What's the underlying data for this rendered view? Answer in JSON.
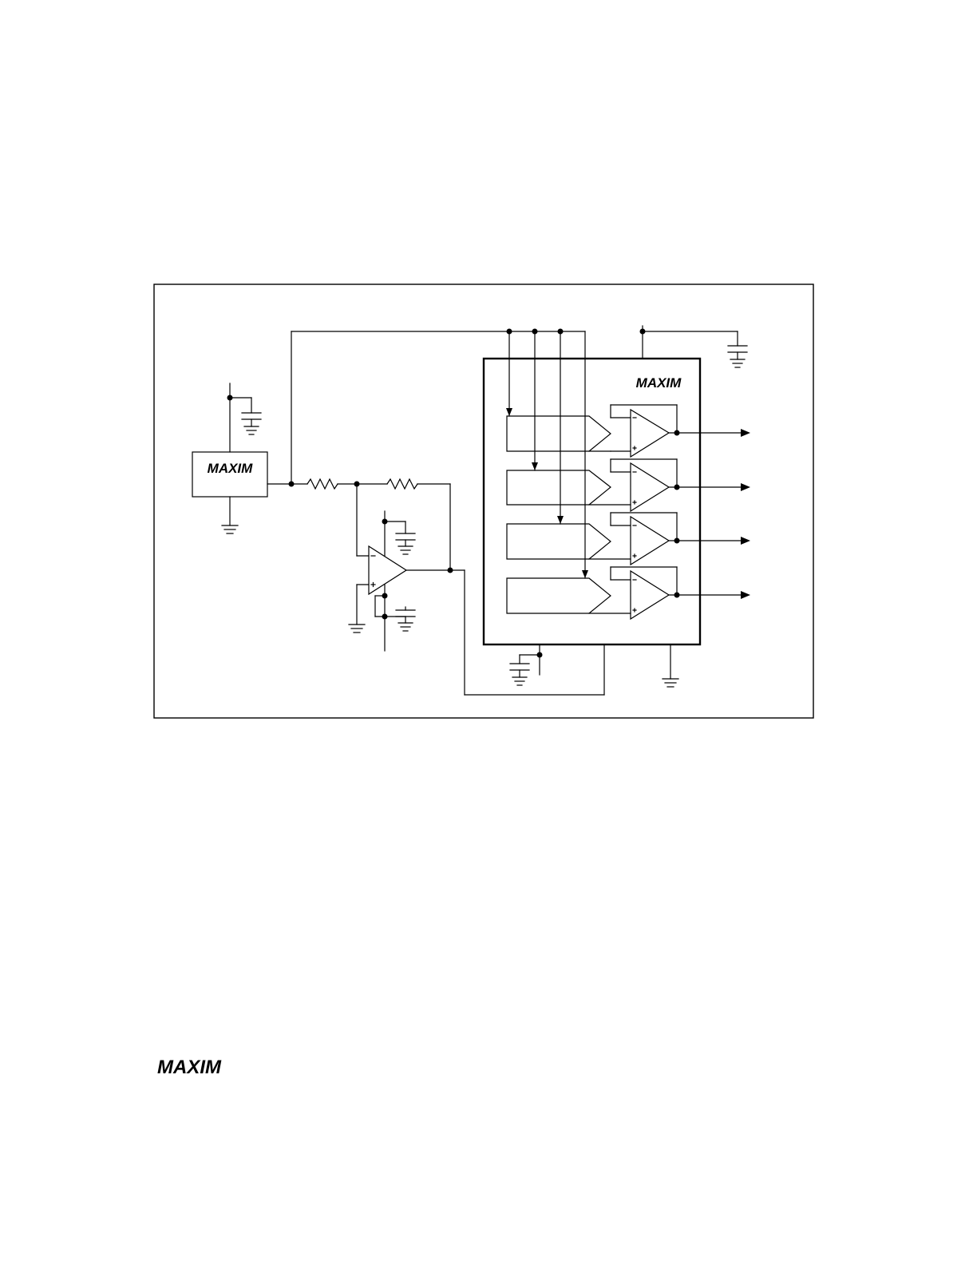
{
  "figure": {
    "brand_logo": "MAXIM",
    "ic_logo": "MAXIM",
    "reference_logo": "MAXIM",
    "icons": [
      "reference-ic",
      "resistor",
      "op-amp",
      "capacitor",
      "ground",
      "dac-register",
      "output-buffer",
      "output-arrow"
    ]
  },
  "footer": {
    "logo": "MAXIM"
  },
  "colors": {
    "line": "#000000",
    "background": "#ffffff"
  }
}
